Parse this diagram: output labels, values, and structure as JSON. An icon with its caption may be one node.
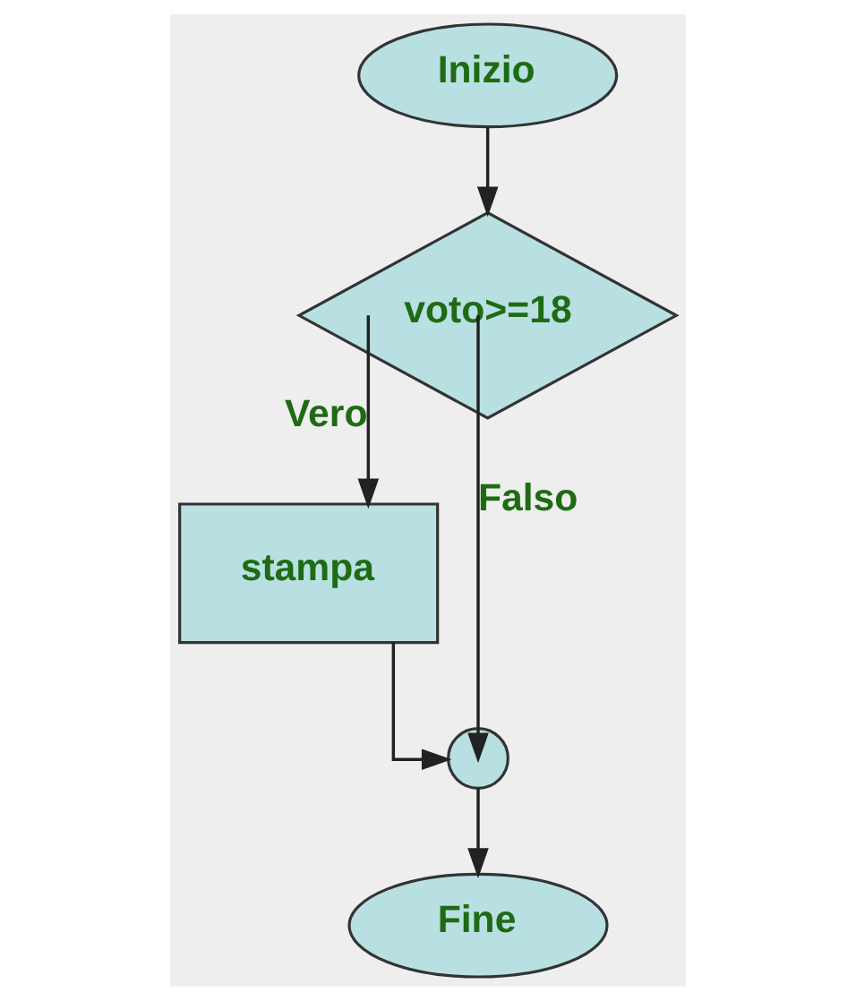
{
  "diagram": {
    "nodes": [
      {
        "text": [
          "Inizio"
        ]
      },
      {
        "text": [
          "voto>=18"
        ]
      },
      {
        "text": [
          "stampa"
        ]
      },
      {
        "text": [],
        "shape": "circle"
      },
      {
        "text": [
          "Fine"
        ]
      }
    ],
    "edges": [
      {
        "from": 0,
        "to": 1,
        "arrow": "to"
      },
      {
        "from": 1,
        "to": 2,
        "arrow": "to",
        "label": "Vero"
      },
      {
        "from": 1,
        "to": 3,
        "arrow": "to",
        "label": "Falso"
      },
      {
        "from": 2,
        "to": 3,
        "arrow": "to"
      },
      {
        "from": 3,
        "to": 4,
        "arrow": "to"
      }
    ]
  }
}
